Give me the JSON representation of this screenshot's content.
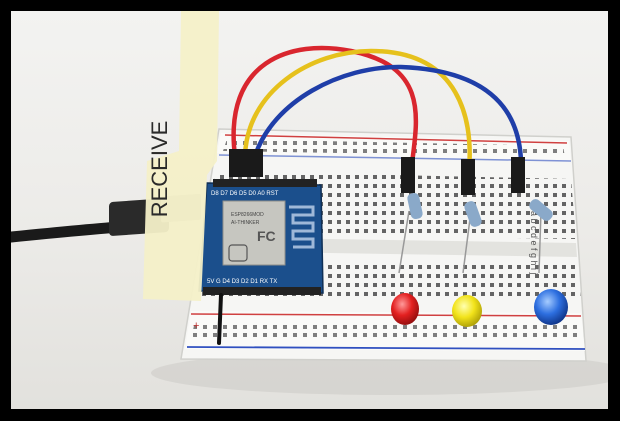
{
  "photo": {
    "tape_label": "RECEIVE",
    "module": {
      "brand_mark": "FC",
      "wifi_logo": "Wi Fi",
      "shield_text_1": "ESP8266MOD",
      "shield_text_2": "AI-THINKER",
      "top_pins": "D8 D7 D6 D5 D0 A0 RST",
      "bottom_pins": "5V G D4 D3 D2 D1 RX TX"
    },
    "breadboard_letters": "a b c d e   f g h i j",
    "power_rail_plus": "+",
    "wires": [
      "red",
      "yellow",
      "blue"
    ],
    "leds": [
      "red",
      "yellow",
      "blue"
    ],
    "colors": {
      "red_wire": "#d9262e",
      "yellow_wire": "#e6c11c",
      "blue_wire": "#1f3ea8",
      "board_blue": "#1b4f8c",
      "breadboard": "#f4f4f2"
    }
  }
}
